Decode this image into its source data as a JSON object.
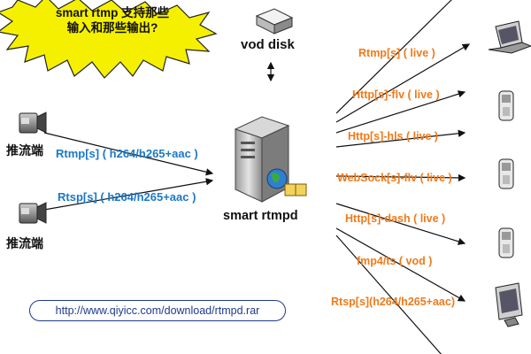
{
  "callout": {
    "line1": "smart rtmp 支持那些",
    "line2": "输入和那些输出?"
  },
  "vod": {
    "label": "vod disk"
  },
  "server": {
    "label": "smart rtmpd"
  },
  "sources": [
    {
      "label": "推流端",
      "protocol": "Rtmp[s] ( h264/h265+aac )"
    },
    {
      "label": "推流端",
      "protocol": "Rtsp[s] ( h264/h265+aac )"
    }
  ],
  "outputs": [
    "Rtmp[s] ( live )",
    "Http[s]-flv ( live )",
    "Http[s]-hls ( live )",
    "WebSock[s]-flv ( live )",
    "Http[s]-dash ( live )",
    "fmp4/ts ( vod )",
    "Rtsp[s](h264/h265+aac)"
  ],
  "url": "http://www.qiyicc.com/download/rtmpd.rar",
  "colors": {
    "input_text": "#1a78c8",
    "output_text": "#f07a1a",
    "callout_fill": "#f5f000",
    "url_border": "#1f3a8c"
  },
  "icons": {
    "sources": "camera-icon",
    "vod": "disk-icon",
    "server": "server-icon",
    "clients": [
      "laptop-icon",
      "phone-icon",
      "phone-icon",
      "phone-icon",
      "phone-icon",
      "monitor-icon"
    ]
  }
}
